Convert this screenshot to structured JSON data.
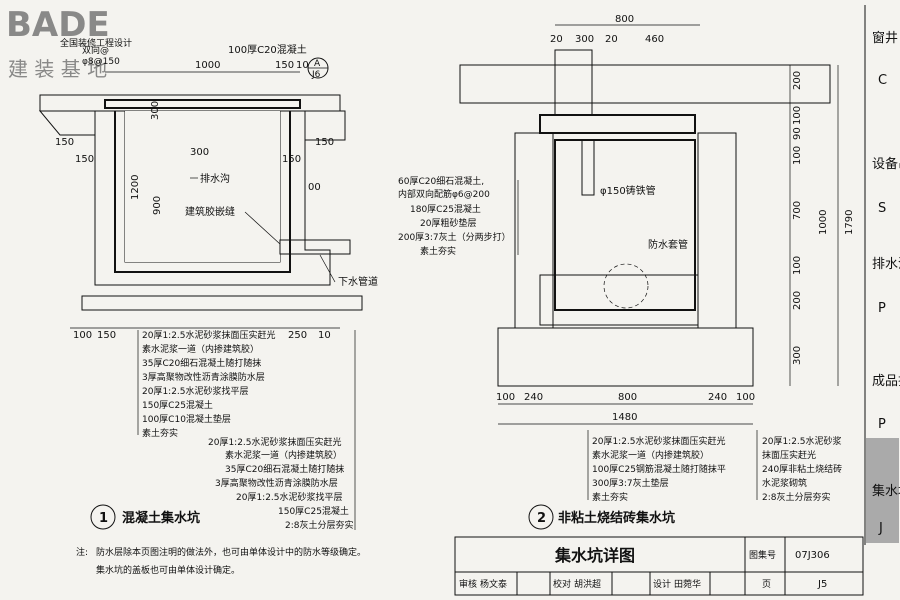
{
  "header": {
    "logo_text": "BADE",
    "logo_sub": "建 装 基 地",
    "logo_tagline": "全国装修工程设计"
  },
  "side_index": {
    "items": [
      "窗井",
      "C",
      "设备吊装口",
      "S",
      "排水沟",
      "P",
      "成品排水沟",
      "P"
    ],
    "active": [
      "集水坑",
      "J"
    ]
  },
  "left_detail": {
    "number": "1",
    "title": "混凝土集水坑",
    "top_labels": [
      "双向@",
      "φ8@150",
      "100厚C20混凝土"
    ],
    "dims_top": [
      "1000",
      "150",
      "10"
    ],
    "callout": {
      "letter": "A",
      "ref": "J6"
    },
    "dims_side": [
      "300",
      "300",
      "1200",
      "900",
      "150",
      "150",
      "150",
      "150",
      "00"
    ],
    "labels": [
      "排水沟",
      "建筑胶嵌缝",
      "下水管道"
    ],
    "dims_bottom": [
      "100",
      "150",
      "250",
      "10"
    ],
    "layers_left": [
      "20厚1:2.5水泥砂浆抹面压实赶光",
      "素水泥浆一道（内掺建筑胶）",
      "35厚C20细石混凝土随打随抹",
      "3厚高聚物改性沥青涂膜防水层",
      "20厚1:2.5水泥砂浆找平层",
      "150厚C25混凝土",
      "100厚C10混凝土垫层",
      "素土夯实"
    ],
    "layers_right": [
      "20厚1:2.5水泥砂浆抹面压实赶光",
      "素水泥浆一道（内掺建筑胶）",
      "35厚C20细石混凝土随打随抹",
      "3厚高聚物改性沥青涂膜防水层",
      "20厚1:2.5水泥砂浆找平层",
      "150厚C25混凝土",
      "2:8灰土分层夯实"
    ]
  },
  "right_detail": {
    "number": "2",
    "title": "非粘土烧结砖集水坑",
    "dims_top": [
      "800",
      "20",
      "300",
      "20",
      "460"
    ],
    "cover_labels": [
      "60厚C20细石混凝土,",
      "内部双向配筋φ6@200",
      "180厚C25混凝土",
      "20厚粗砂垫层",
      "200厚3:7灰土（分两步打）",
      "素土夯实"
    ],
    "labels": [
      "φ150铸铁管",
      "防水套管"
    ],
    "dims_right": [
      "200",
      "100",
      "90",
      "100",
      "700",
      "1000",
      "1790",
      "100",
      "200",
      "300"
    ],
    "dims_bottom": [
      "100",
      "240",
      "800",
      "240",
      "100",
      "1480"
    ],
    "layers_left": [
      "20厚1:2.5水泥砂浆抹面压实赶光",
      "素水泥浆一道（内掺建筑胶）",
      "100厚C25钢筋混凝土随打随抹平",
      "300厚3:7灰土垫层",
      "素土夯实"
    ],
    "layers_right": [
      "20厚1:2.5水泥砂浆",
      "抹面压实赶光",
      "240厚非粘土烧结砖",
      "水泥浆砌筑",
      "2:8灰土分层夯实"
    ]
  },
  "note": {
    "label": "注:",
    "lines": [
      "防水层除本页图注明的做法外，也可由单体设计中的防水等级确定。",
      "集水坑的盖板也可由单体设计确定。"
    ]
  },
  "title_block": {
    "title": "集水坑详图",
    "atlas_label": "图集号",
    "atlas_no": "07J306",
    "review_label": "审核",
    "reviewer": "杨文泰",
    "check_label": "校对",
    "checker": "胡洪超",
    "design_label": "设计",
    "designer": "田菀华",
    "page_label": "页",
    "page_no": "J5"
  }
}
